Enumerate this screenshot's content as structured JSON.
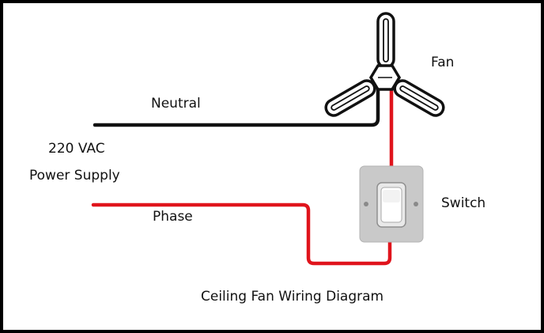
{
  "labels": {
    "fan": "Fan",
    "neutral": "Neutral",
    "voltage": "220 VAC",
    "power_supply": "Power Supply",
    "phase": "Phase",
    "switch": "Switch",
    "caption": "Ceiling Fan Wiring Diagram"
  },
  "colors": {
    "neutral_wire": "#111111",
    "phase_wire": "#e0141c",
    "switch_plate": "#c9c9c9",
    "border": "#000000"
  },
  "icons": [
    "ceiling-fan-icon",
    "rocker-switch-icon"
  ]
}
